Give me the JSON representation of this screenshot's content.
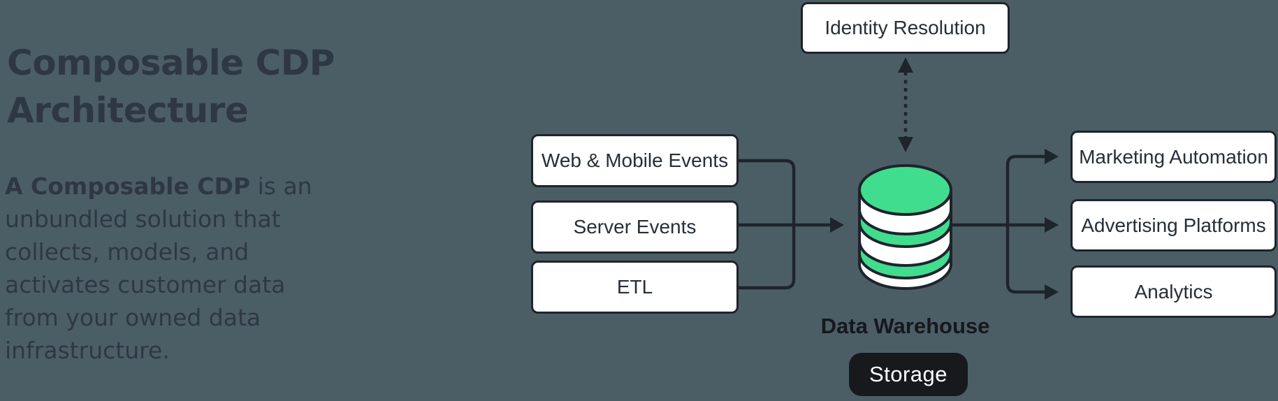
{
  "page": {
    "background_color": "#4c5e65",
    "accent_green": "#41dd8e",
    "line_color": "#1d242c"
  },
  "headline": {
    "line1": "Composable CDP",
    "line2": "Architecture"
  },
  "intro": {
    "lead_bold": "A Composable CDP",
    "lead_rest": " is an",
    "lines": [
      "unbundled solution that",
      "collects, models, and",
      "activates customer data",
      "from your owned data",
      "infrastructure."
    ]
  },
  "diagram": {
    "identity": {
      "label": "Identity Resolution"
    },
    "sources": [
      {
        "label": "Web & Mobile Events"
      },
      {
        "label": "Server Events"
      },
      {
        "label": "ETL"
      }
    ],
    "destinations": [
      {
        "label": "Marketing Automation"
      },
      {
        "label": "Advertising Platforms"
      },
      {
        "label": "Analytics"
      }
    ],
    "warehouse": {
      "label": "Data Warehouse"
    },
    "storage": {
      "label": "Storage"
    },
    "colors": {
      "green": "#41dd8e",
      "line": "#1d242c",
      "box_background": "#ffffff",
      "pill_background": "#17191d",
      "pill_text": "#ffffff"
    }
  }
}
